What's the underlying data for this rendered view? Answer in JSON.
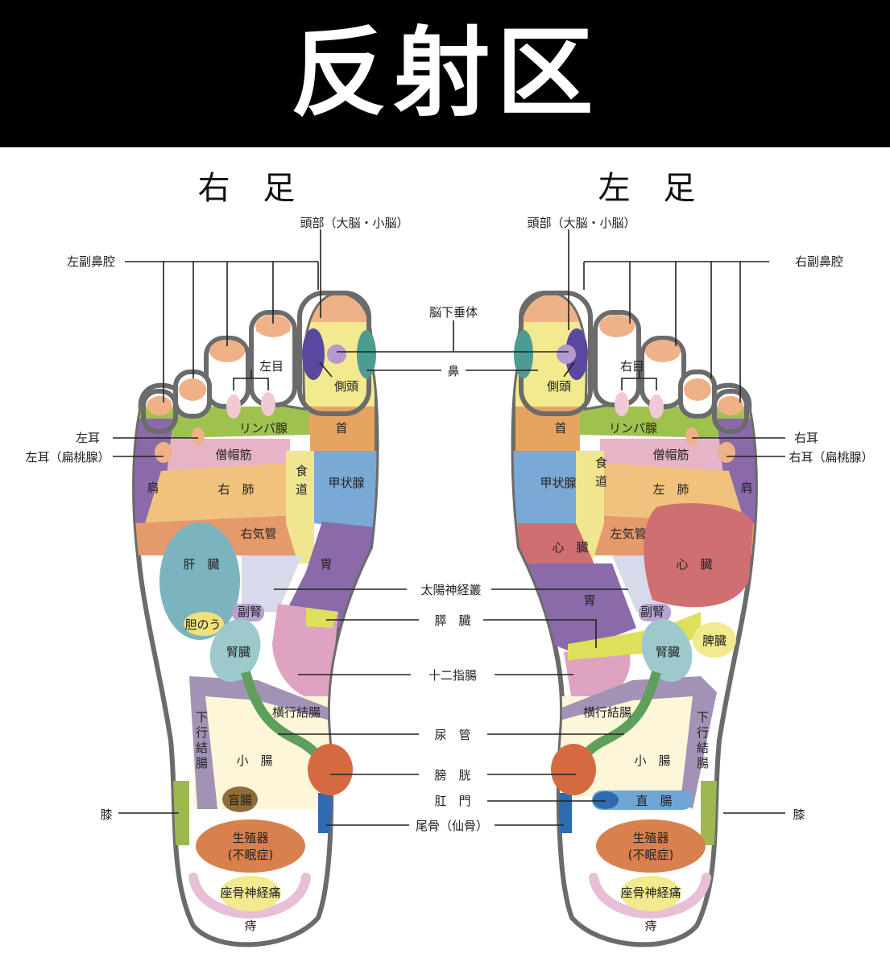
{
  "title": "反射区",
  "feet": {
    "right": {
      "heading": "右 足"
    },
    "left": {
      "heading": "左 足"
    }
  },
  "callouts": {
    "head_brain": "頭部（大脳・小脳）",
    "pituitary": "脳下垂体",
    "nose": "鼻",
    "left_sinus": "左副鼻腔",
    "right_sinus": "右副鼻腔",
    "left_ear": "左耳",
    "left_ear_tonsil": "左耳（扁桃腺）",
    "right_ear": "右耳",
    "right_ear_tonsil": "右耳（扁桃腺）",
    "solar_plexus": "太陽神経叢",
    "pancreas": "膵　臓",
    "duodenum": "十二指腸",
    "ureter": "尿　管",
    "bladder": "膀　胱",
    "anus": "肛　門",
    "coccyx": "尾骨（仙骨）",
    "knee_right": "膝",
    "knee_left": "膝"
  },
  "right_foot": {
    "left_eye": "左目",
    "temple": "側頭",
    "lymph": "リンパ腺",
    "neck": "首",
    "trapezius": "僧帽筋",
    "shoulder": "肩",
    "lung": "右　肺",
    "esophagus": "食道",
    "thyroid": "甲状腺",
    "bronchus": "右気管",
    "liver": "肝　臓",
    "stomach": "胃",
    "gallbladder": "胆のう",
    "adrenal": "副腎",
    "kidney": "腎臓",
    "transverse_colon": "横行結腸",
    "descending_colon": "下行結腸",
    "small_intestine": "小　腸",
    "cecum": "盲腸",
    "genitals": "生殖器",
    "insomnia": "(不眠症)",
    "sciatic": "座骨神経痛",
    "hemorrhoids": "痔"
  },
  "left_foot": {
    "right_eye": "右目",
    "temple": "側頭",
    "lymph": "リンパ腺",
    "neck": "首",
    "trapezius": "僧帽筋",
    "shoulder": "肩",
    "lung": "左　肺",
    "esophagus": "食道",
    "thyroid": "甲状腺",
    "bronchus": "左気管",
    "heart_small": "心　臓",
    "heart": "心　臓",
    "stomach": "胃",
    "adrenal": "副腎",
    "kidney": "腎臓",
    "spleen": "脾臓",
    "transverse_colon": "横行結腸",
    "descending_colon": "下行結腸",
    "small_intestine": "小　腸",
    "rectum": "直　腸",
    "genitals": "生殖器",
    "insomnia": "(不眠症)",
    "sciatic": "座骨神経痛",
    "hemorrhoids": "痔"
  },
  "colors": {
    "banner": "#000000",
    "outline": "#6b6b6b",
    "toe_tip": "#efb287",
    "head": "#f3e98f",
    "lymph": "#9fc24f",
    "trapezius": "#e6b4c6",
    "lung": "#f1c27d",
    "bronchus": "#e59a6c",
    "shoulder": "#8a6aa8",
    "thyroid": "#79a9d4",
    "esophagus": "#f0e690",
    "stomach": "#8a6aa8",
    "liver": "#7bb3bf",
    "kidney": "#9cc9cc",
    "colon": "#a292b6",
    "small_intestine": "#fdf6d8",
    "genitals": "#d9804f",
    "sciatic": "#e8bfd6",
    "heart": "#cf6f71",
    "ureter": "#5f9e5b",
    "bladder": "#d56a40",
    "knee": "#9db850",
    "pancreas": "#dde05a",
    "solar": "#d8d9ea",
    "neck": "#e6a461",
    "duodenum": "#dfa3c2"
  }
}
